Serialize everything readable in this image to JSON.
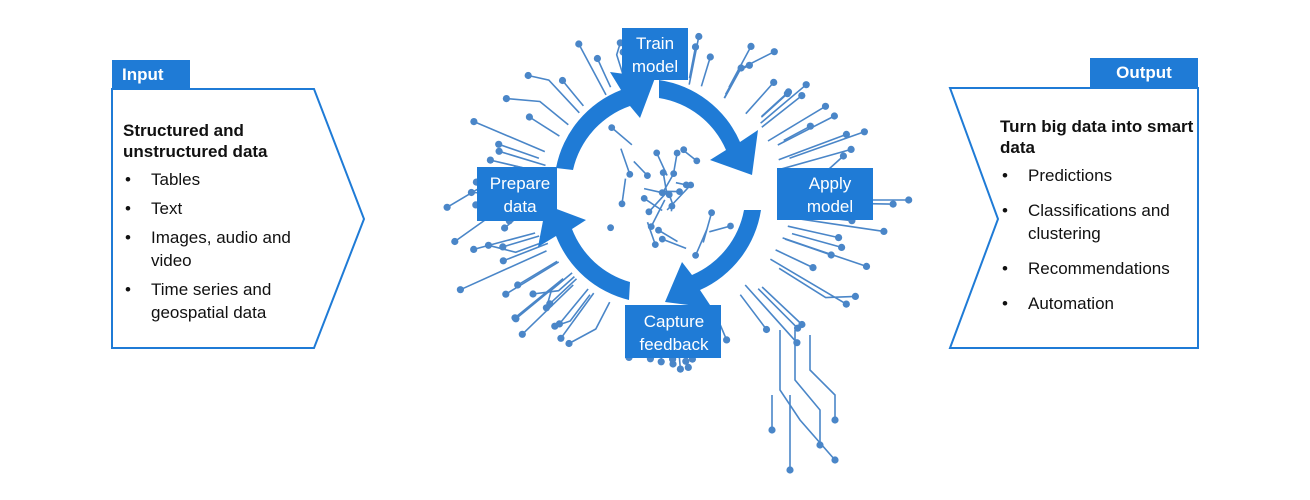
{
  "input": {
    "tag": "Input",
    "heading": "Structured and unstructured data",
    "items": [
      "Tables",
      "Text",
      "Images, audio and video",
      "Time series and geospatial data"
    ]
  },
  "output": {
    "tag": "Output",
    "heading": "Turn big data into smart data",
    "items": [
      "Predictions",
      "Classifications and clustering",
      "Recommendations",
      "Automation"
    ]
  },
  "cycle": {
    "train": "Train model",
    "apply": "Apply model",
    "capture": "Capture feedback",
    "prepare": "Prepare data"
  },
  "colors": {
    "accent": "#1f7bd6",
    "circuit": "#4a86c8"
  }
}
